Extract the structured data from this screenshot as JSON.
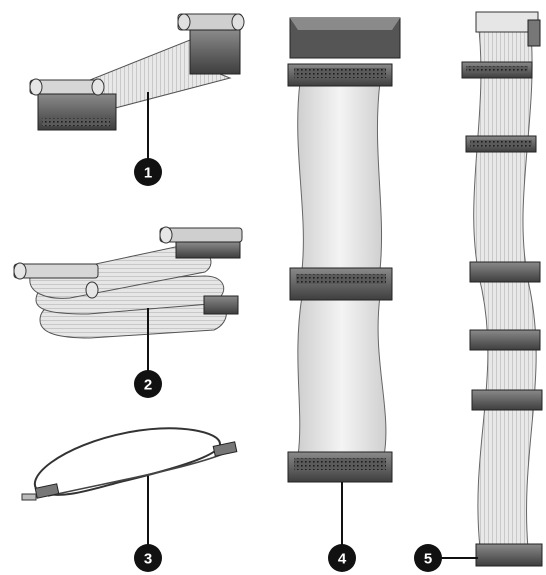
{
  "callouts": [
    {
      "id": 1,
      "label": "1",
      "part": "flat-ribbon-cable-short"
    },
    {
      "id": 2,
      "label": "2",
      "part": "folded-ribbon-cable"
    },
    {
      "id": 3,
      "label": "3",
      "part": "thin-wire-cable"
    },
    {
      "id": 4,
      "label": "4",
      "part": "ide-ribbon-cable"
    },
    {
      "id": 5,
      "label": "5",
      "part": "scsi-multi-connector-cable"
    }
  ],
  "colors": {
    "ink": "#111111",
    "cable_light": "#ececec",
    "cable_shade": "#bdbdbd",
    "connector_dark": "#4a4a4a",
    "connector_mid": "#7a7a7a",
    "background": "#ffffff"
  }
}
